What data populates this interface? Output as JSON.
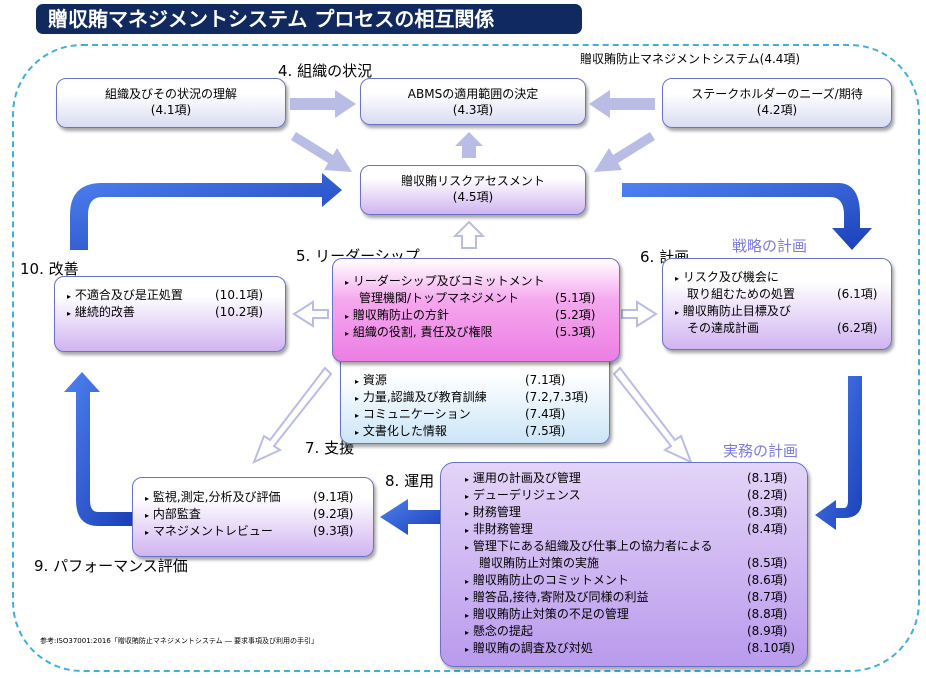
{
  "title": "贈収賄マネジメントシステム プロセスの相互関係",
  "system_label": "贈収賄防止マネジメントシステム(4.4項)",
  "captions": {
    "c4": "4. 組織の状況",
    "c5": "5. リーダーシップ",
    "c6": "6. 計画",
    "c7": "7. 支援",
    "c8": "8. 運用",
    "c9": "9. パフォーマンス評価",
    "c10": "10. 改善",
    "strategy": "戦略の計画",
    "practice": "実務の計画"
  },
  "box_4_1": {
    "label": "組織及びその状況の理解",
    "ref": "(4.1項)"
  },
  "box_4_3": {
    "label": "ABMSの適用範囲の決定",
    "ref": "(4.3項)"
  },
  "box_4_2": {
    "label": "ステークホルダーのニーズ/期待",
    "ref": "(4.2項)"
  },
  "box_4_5": {
    "label": "贈収賄リスクアセスメント",
    "ref": "(4.5項)"
  },
  "box_10": {
    "items": [
      {
        "text": "不適合及び是正処置",
        "ref": "(10.1項)"
      },
      {
        "text": "継続的改善",
        "ref": "(10.2項)"
      }
    ]
  },
  "box_5": {
    "items": [
      {
        "text": "リーダーシップ及びコミットメント",
        "ref": ""
      },
      {
        "text": "管理機関/トップマネジメント",
        "ref": "(5.1項)"
      },
      {
        "text": "贈収賄防止の方針",
        "ref": "(5.2項)"
      },
      {
        "text": "組織の役割, 責任及び権限",
        "ref": "(5.3項)"
      }
    ]
  },
  "box_6": {
    "items": [
      {
        "text": "リスク及び機会に",
        "ref": ""
      },
      {
        "text": "取り組むための処置",
        "ref": "(6.1項)"
      },
      {
        "text": "贈収賄防止目標及び",
        "ref": ""
      },
      {
        "text": "その達成計画",
        "ref": "(6.2項)"
      }
    ]
  },
  "box_7": {
    "items": [
      {
        "text": "資源",
        "ref": "(7.1項)"
      },
      {
        "text": "力量,認識及び教育訓練",
        "ref": "(7.2,7.3項)"
      },
      {
        "text": "コミュニケーション",
        "ref": "(7.4項)"
      },
      {
        "text": "文書化した情報",
        "ref": "(7.5項)"
      }
    ]
  },
  "box_9": {
    "items": [
      {
        "text": "監視,測定,分析及び評価",
        "ref": "(9.1項)"
      },
      {
        "text": "内部監査",
        "ref": "(9.2項)"
      },
      {
        "text": "マネジメントレビュー",
        "ref": "(9.3項)"
      }
    ]
  },
  "box_8": {
    "items": [
      {
        "text": "運用の計画及び管理",
        "ref": "(8.1項)"
      },
      {
        "text": "デューデリジェンス",
        "ref": "(8.2項)"
      },
      {
        "text": "財務管理",
        "ref": "(8.3項)"
      },
      {
        "text": "非財務管理",
        "ref": "(8.4項)"
      },
      {
        "text": "管理下にある組織及び仕事上の協力者による",
        "ref": ""
      },
      {
        "text": "贈収賄防止対策の実施",
        "ref": "(8.5項)"
      },
      {
        "text": "贈収賄防止のコミットメント",
        "ref": "(8.6項)"
      },
      {
        "text": "贈答品,接待,寄附及び同様の利益",
        "ref": "(8.7項)"
      },
      {
        "text": "贈収賄防止対策の不足の管理",
        "ref": "(8.8項)"
      },
      {
        "text": "懸念の提起",
        "ref": "(8.9項)"
      },
      {
        "text": "贈収賄の調査及び対処",
        "ref": "(8.10項)"
      }
    ]
  },
  "footnote": "参考:ISO37001:2016「贈収賄防止マネジメントシステム ― 要求事項及び利用の手引」",
  "colors": {
    "title_bg": "#10295e",
    "boundary": "#3fb0d8",
    "cycle_arrow": "#2a5ad6",
    "flow_arrow": "#b8bce8"
  }
}
